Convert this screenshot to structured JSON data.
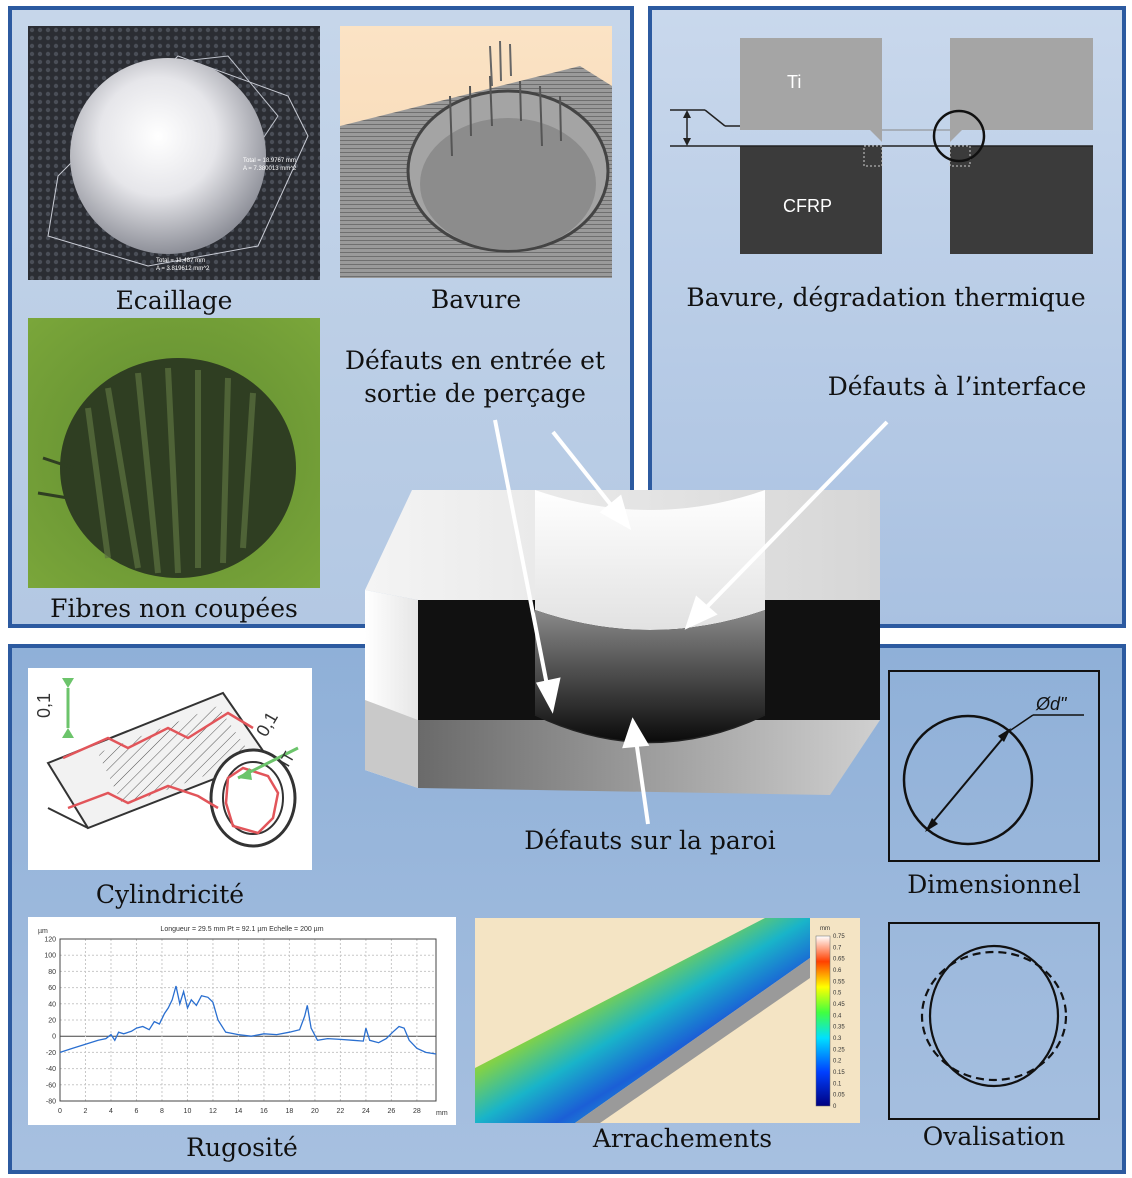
{
  "captions": {
    "ecaillage": "Ecaillage",
    "bavure": "Bavure",
    "fibres": "Fibres non coupées",
    "bavure_thermique": "Bavure, dégradation thermique",
    "defauts_entree_l1": "Défauts en entrée et",
    "defauts_entree_l2": "sortie de perçage",
    "defauts_interface": "Défauts à l’interface",
    "defauts_paroi": "Défauts sur la paroi",
    "cylindricite": "Cylindricité",
    "dimensionnel": "Dimensionnel",
    "rugosite": "Rugosité",
    "arrachements": "Arrachements",
    "ovalisation": "Ovalisation"
  },
  "ecaillage_img": {
    "meas1_l1": "Total = 18.9767 mm",
    "meas1_l2": "A = 7.380013 mm^2",
    "meas2_l1": "Total = 11.487 mm",
    "meas2_l2": "A = 3.819612 mm^2"
  },
  "stack": {
    "ti_label": "Ti",
    "cfrp_label": "CFRP"
  },
  "cyl_drawing": {
    "tol1": "0,1",
    "tol2": "0,1",
    "tol2_sub": "IT"
  },
  "dim_drawing": {
    "dia_label": "Ød\""
  },
  "colors": {
    "panel_border": "#2c5aa0",
    "profile_line": "#2a6fd0",
    "tolerance_zone": "#e2555a"
  },
  "chart_data": [
    {
      "type": "line",
      "title": "Longueur = 29.5 mm  Pt = 92.1 µm  Echelle = 200 µm",
      "ylabel": "µm",
      "xlabel": "mm",
      "xlim": [
        0,
        29.5
      ],
      "ylim": [
        -80,
        120
      ],
      "xticks": [
        0,
        2,
        4,
        6,
        8,
        10,
        12,
        14,
        16,
        18,
        20,
        22,
        24,
        26,
        28
      ],
      "yticks": [
        120,
        100,
        80,
        60,
        40,
        20,
        0,
        -20,
        -40,
        -60,
        -80
      ],
      "grid": true,
      "series": [
        {
          "x": [
            0,
            1.0,
            2.0,
            3.0,
            3.6,
            4.0,
            4.3,
            4.6,
            5.0,
            5.6,
            6.0,
            6.5,
            7.0,
            7.4,
            7.8,
            8.2,
            8.5,
            8.8,
            9.1,
            9.4,
            9.7,
            10.0,
            10.3,
            10.7,
            11.1,
            11.6,
            12.0,
            12.4,
            13.0,
            14.0,
            15.0,
            16.0,
            17.0,
            18.0,
            18.8,
            19.2,
            19.4,
            19.7,
            20.2,
            21.0,
            22.0,
            23.0,
            23.8,
            24.0,
            24.3,
            25.0,
            25.6,
            26.1,
            26.6,
            27.0,
            27.4,
            28.0,
            28.7,
            29.5
          ],
          "y": [
            -20,
            -15,
            -10,
            -5,
            -3,
            2,
            -5,
            5,
            3,
            6,
            10,
            12,
            8,
            18,
            15,
            28,
            35,
            45,
            62,
            40,
            55,
            35,
            45,
            38,
            50,
            48,
            42,
            20,
            5,
            2,
            0,
            3,
            2,
            5,
            8,
            25,
            38,
            10,
            -5,
            -3,
            -4,
            -5,
            -6,
            10,
            -5,
            -8,
            -3,
            5,
            12,
            10,
            -5,
            -15,
            -20,
            -22
          ]
        }
      ]
    },
    {
      "type": "heatmap",
      "ylabel": "mm",
      "colorbar_ticks": [
        0.75,
        0.7,
        0.65,
        0.6,
        0.55,
        0.5,
        0.45,
        0.4,
        0.35,
        0.3,
        0.25,
        0.2,
        0.15,
        0.1,
        0.05,
        0
      ],
      "colorbar_range": [
        0,
        0.75
      ]
    }
  ]
}
